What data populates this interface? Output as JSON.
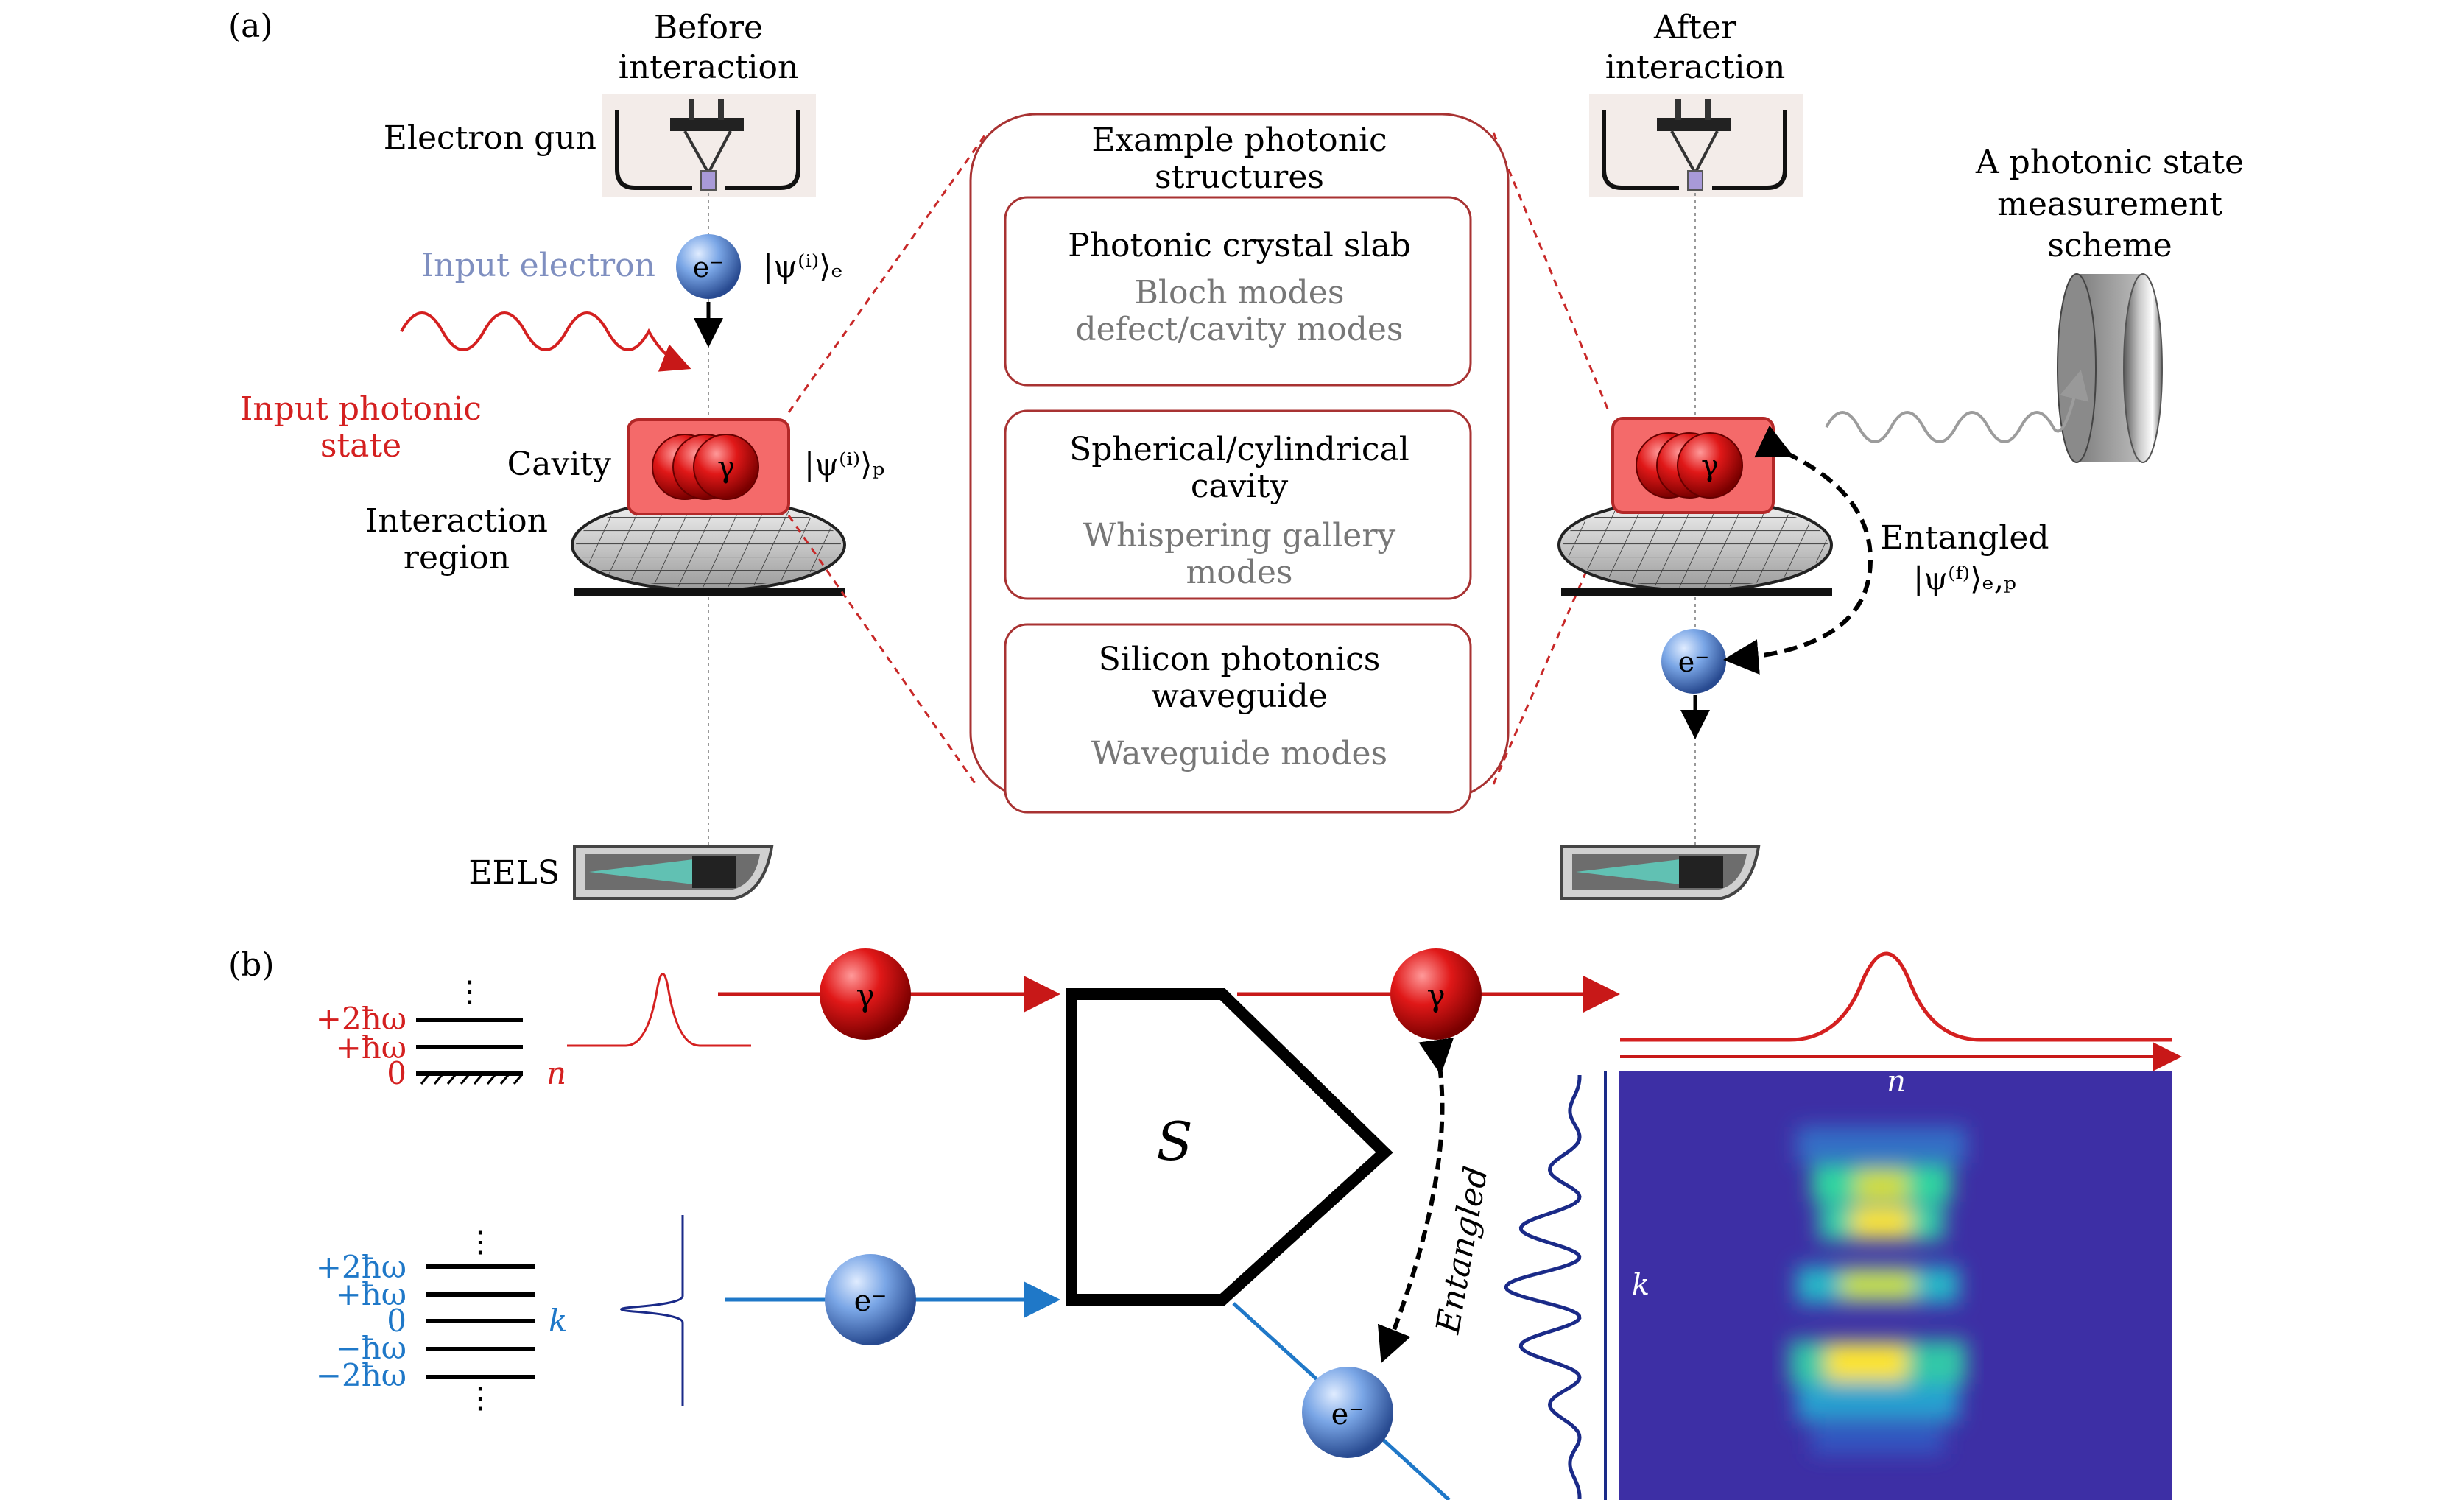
{
  "panel_a": {
    "label": "(a)",
    "before_title_1": "Before",
    "before_title_2": "interaction",
    "after_title_1": "After",
    "after_title_2": "interaction",
    "electron_gun": "Electron gun",
    "input_electron": "Input electron",
    "electron_symbol": "e⁻",
    "psi_e": "|ψ⁽ⁱ⁾⟩ₑ",
    "input_photonic_1": "Input photonic",
    "input_photonic_2": "state",
    "cavity": "Cavity",
    "photon_symbol": "γ",
    "psi_p": "|ψ⁽ⁱ⁾⟩ₚ",
    "interaction_1": "Interaction",
    "interaction_2": "region",
    "eels": "EELS",
    "structures": {
      "title_1": "Example photonic",
      "title_2": "structures",
      "boxes": [
        {
          "name_1": "Photonic crystal slab",
          "name_2": "",
          "modes_1": "Bloch modes",
          "modes_2": "defect/cavity modes"
        },
        {
          "name_1": "Spherical/cylindrical",
          "name_2": "cavity",
          "modes_1": "Whispering gallery",
          "modes_2": "modes"
        },
        {
          "name_1": "Silicon photonics",
          "name_2": "waveguide",
          "modes_1": "Waveguide modes",
          "modes_2": ""
        }
      ]
    },
    "measurement_1": "A photonic state",
    "measurement_2": "measurement",
    "measurement_3": "scheme",
    "entangled": "Entangled",
    "psi_f": "|ψ⁽ᶠ⁾⟩ₑ,ₚ"
  },
  "panel_b": {
    "label": "(b)",
    "photon_levels": [
      "+2ħω",
      "+ħω",
      "0"
    ],
    "photon_axis": "n",
    "electron_levels": [
      "+2ħω",
      "+ħω",
      "0",
      "−ħω",
      "−2ħω"
    ],
    "electron_axis": "k",
    "dots": "⋮",
    "scatter_label": "S",
    "photon_symbol": "γ",
    "electron_symbol": "e⁻",
    "entangled": "Entangled",
    "heatmap_x_label": "n",
    "heatmap_y_label": "k"
  },
  "colors": {
    "photon_red": "#d42020",
    "electron_blue": "#1f78c8",
    "input_electron_text": "#7f8fc0",
    "dashed_red": "#c82828",
    "structure_box": "#a83232",
    "heatmap_bg": "#3d2fa5",
    "profile_blue": "#1a2a88"
  }
}
